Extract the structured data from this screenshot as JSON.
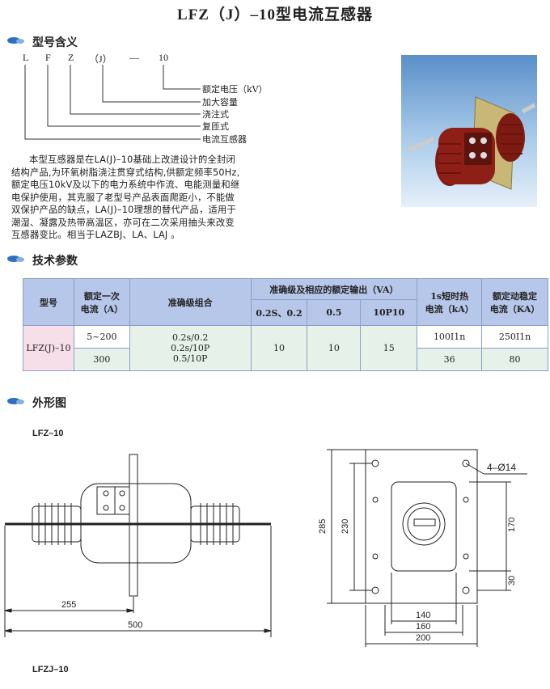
{
  "title": "LFZ（J）–10型电流互感器",
  "sections": {
    "model_meaning": "型号含义",
    "tech_params": "技术参数",
    "outline": "外形图"
  },
  "model_code": {
    "letters": [
      "L",
      "F",
      "Z",
      "（J）",
      "—",
      "10"
    ],
    "meanings": [
      "额定电压（kV）",
      "加大容量",
      "浇注式",
      "复匝式",
      "电流互感器"
    ]
  },
  "description": [
    "本型互感器是在LA(J)–10基础上改进设计的全封闭",
    "结构产品,为环氧树脂浇注贯穿式结构,供额定频率50Hz,",
    "额定电压10kV及以下的电力系统中作流、电能测量和继",
    "电保护使用，其克服了老型号产品表面爬距小，不能做",
    "双保护产品的缺点，LA(J)–10理想的替代产品，适用于",
    "潮湿、凝露及热带高温区，亦可在二次采用抽头来改变",
    "互感器变比。相当于LAZBJ、LA、LAJ 。"
  ],
  "table": {
    "headers": {
      "model": "型号",
      "rated_current": [
        "额定一次",
        "电流（A）"
      ],
      "accuracy_combo": "准确级组合",
      "accuracy_output": "准确级及相应的额定输出（VA）",
      "sub_cols": [
        "0.2S、0.2",
        "0.5",
        "10P10"
      ],
      "short_time": [
        "1s短时热",
        "电流（kA）"
      ],
      "dynamic": [
        "额定动稳定",
        "电流（KA）"
      ]
    },
    "model_value": "LFZ(J)–10",
    "rows": [
      {
        "current": "5~200",
        "short_time": "100I1n",
        "dynamic": "250I1n"
      },
      {
        "current": "300",
        "short_time": "36",
        "dynamic": "80"
      }
    ],
    "combos": [
      "0.2s/0.2",
      "0.2s/10P",
      "0.5/10P"
    ],
    "outputs": [
      "10",
      "10",
      "15"
    ]
  },
  "drawings": {
    "side_label": "LFZ–10",
    "bottom_label": "LFZJ–10",
    "dim_255": "255",
    "dim_500": "500",
    "dim_285": "285",
    "dim_230": "230",
    "dim_170": "170",
    "dim_30": "30",
    "dim_140": "140",
    "dim_160": "160",
    "dim_200": "200",
    "holes": "4–Ø14"
  },
  "colors": {
    "header_bg": "#b7c7ea",
    "model_bg": "#f6dfe8",
    "body_red": "#8e1f16",
    "accent_blue": "#1f5fb0"
  }
}
